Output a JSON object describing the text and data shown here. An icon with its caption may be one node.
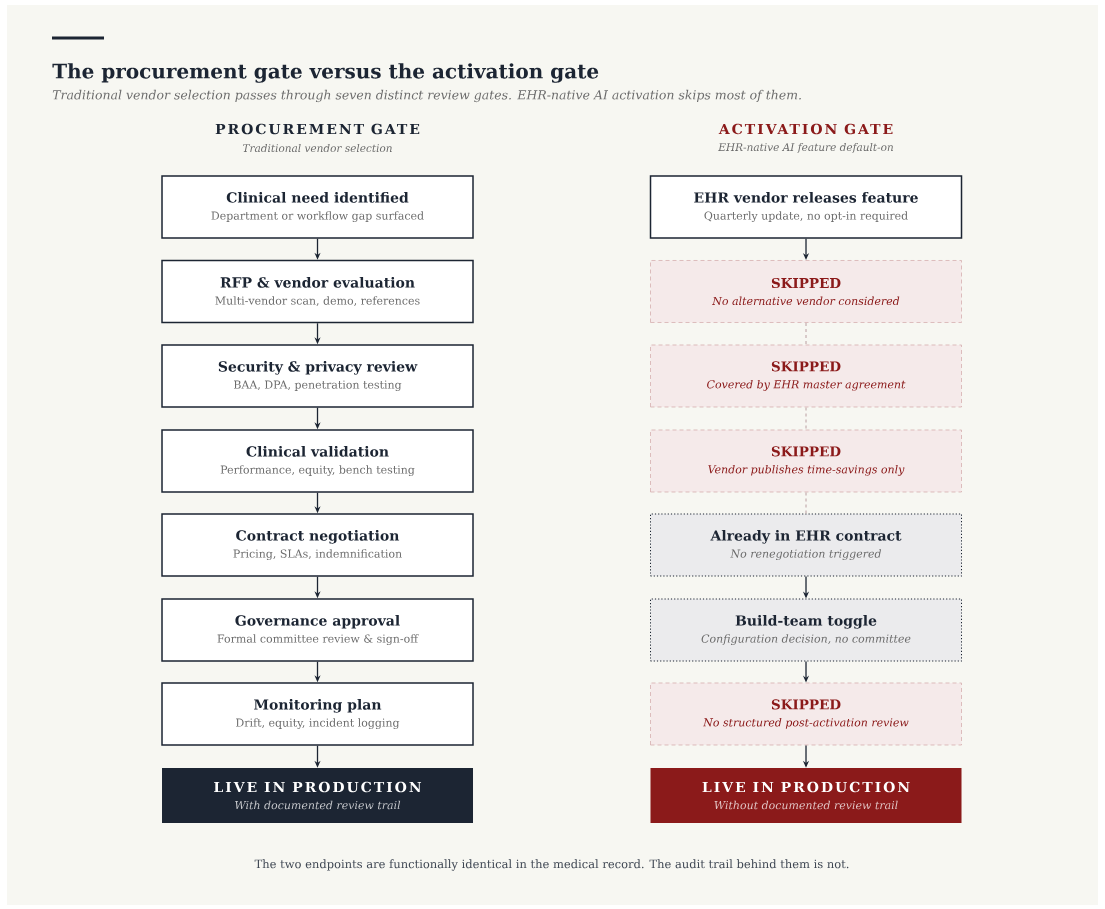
{
  "diagram": {
    "title": "The procurement gate versus the activation gate",
    "caption": "The two endpoints are functionally identical in the medical record. The audit trail behind them is not.",
    "labels": [
      "Traditional vendor selection passes through seven distinct review gates. EHR-native AI activation skips most of them.",
      "PROCUREMENT GATE",
      "Traditional vendor selection",
      "ACTIVATION GATE",
      "EHR-native AI feature default-on"
    ],
    "nodes": [
      {
        "text": [
          "Clinical need identified",
          "Department or workflow gap surfaced"
        ]
      },
      {
        "text": [
          "RFP & vendor evaluation",
          "Multi-vendor scan, demo, references"
        ]
      },
      {
        "text": [
          "Security & privacy review",
          "BAA, DPA, penetration testing"
        ]
      },
      {
        "text": [
          "Clinical validation",
          "Performance, equity, bench testing"
        ]
      },
      {
        "text": [
          "Contract negotiation",
          "Pricing, SLAs, indemnification"
        ]
      },
      {
        "text": [
          "Governance approval",
          "Formal committee review & sign-off"
        ]
      },
      {
        "text": [
          "Monitoring plan",
          "Drift, equity, incident logging"
        ]
      },
      {
        "text": [
          "LIVE IN PRODUCTION",
          "With documented review trail"
        ]
      },
      {
        "text": [
          "EHR vendor releases feature",
          "Quarterly update, no opt-in required"
        ]
      },
      {
        "text": [
          "SKIPPED",
          "No alternative vendor considered"
        ]
      },
      {
        "text": [
          "SKIPPED",
          "Covered by EHR master agreement"
        ]
      },
      {
        "text": [
          "SKIPPED",
          "Vendor publishes time-savings only"
        ]
      },
      {
        "text": [
          "Already in EHR contract",
          "No renegotiation triggered"
        ]
      },
      {
        "text": [
          "Build-team toggle",
          "Configuration decision, no committee"
        ]
      },
      {
        "text": [
          "SKIPPED",
          "No structured post-activation review"
        ]
      },
      {
        "text": [
          "LIVE IN PRODUCTION",
          "Without documented review trail"
        ]
      }
    ],
    "edges": [
      {
        "from": 0,
        "to": 1,
        "arrow": "to"
      },
      {
        "from": 1,
        "to": 2,
        "arrow": "to"
      },
      {
        "from": 2,
        "to": 3,
        "arrow": "to"
      },
      {
        "from": 3,
        "to": 4,
        "arrow": "to"
      },
      {
        "from": 4,
        "to": 5,
        "arrow": "to"
      },
      {
        "from": 5,
        "to": 6,
        "arrow": "to"
      },
      {
        "from": 6,
        "to": 7,
        "arrow": "to"
      },
      {
        "from": 8,
        "to": 9,
        "arrow": "to"
      },
      {
        "from": 9,
        "to": 10,
        "arrow": "none",
        "style": "dashed",
        "color": "#c9b3b3"
      },
      {
        "from": 10,
        "to": 11,
        "arrow": "none",
        "style": "dashed",
        "color": "#c9b3b3"
      },
      {
        "from": 11,
        "to": 12,
        "arrow": "none",
        "style": "dashed",
        "color": "#c9b3b3"
      },
      {
        "from": 12,
        "to": 13,
        "arrow": "to"
      },
      {
        "from": 13,
        "to": 14,
        "arrow": "to"
      },
      {
        "from": 14,
        "to": 15,
        "arrow": "to"
      }
    ]
  }
}
